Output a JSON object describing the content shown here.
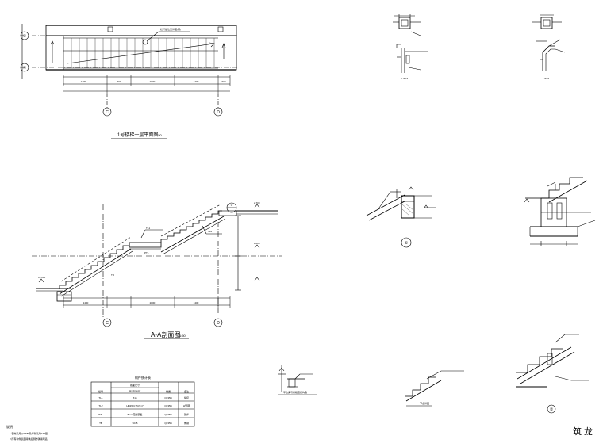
{
  "plan": {
    "title": "1号楼梯一层平面图",
    "scale": "1:50",
    "axis_rows": [
      "③",
      "④"
    ],
    "axis_cols": [
      "C",
      "D"
    ],
    "note": "栏杆做法见详图(钢)",
    "dims": [
      "1400",
      "500",
      "2800",
      "1400",
      "600"
    ]
  },
  "section": {
    "title": "A-A剖面图",
    "scale": "1:50",
    "axis_cols": [
      "C",
      "D"
    ],
    "detail_ref": "①",
    "labels": [
      "TL1",
      "TL2",
      "PTL",
      "TB"
    ],
    "levels": [
      "±0.000",
      "1.800",
      "2.700"
    ],
    "dims": [
      "1400",
      "2800",
      "1400"
    ]
  },
  "nodes": {
    "top1": "YNJ-1",
    "top2": "YNJ-2",
    "mid1": "①",
    "bottom_caption": "节点详图",
    "bottom_ref": "②",
    "bottom_left_caption": "平台梁与梯段连接构造"
  },
  "table": {
    "title": "构件统计表",
    "header": [
      "编号",
      "截面尺寸",
      "材质",
      "备注"
    ],
    "subheader": "H×B×tw×tf",
    "rows": [
      [
        "TL1",
        "Z16",
        "Q235B",
        "焊接"
      ],
      [
        "TL2",
        "HN150×75×5×7",
        "Q235B",
        "H型钢"
      ],
      [
        "PTL",
        "5mm花纹钢板",
        "Q235B",
        "踏步"
      ],
      [
        "TB",
        "50×5",
        "Q235B",
        "角钢"
      ]
    ]
  },
  "notes": {
    "heading": "说明:",
    "lines": [
      "1.钢材采用Q235B钢,焊条采用E43型。",
      "2.所有构件表面除锈后刷防锈漆两道。"
    ]
  },
  "colors": {
    "line": "#000000",
    "watermark": "#c8d4dc"
  },
  "watermark": "筑 龙"
}
